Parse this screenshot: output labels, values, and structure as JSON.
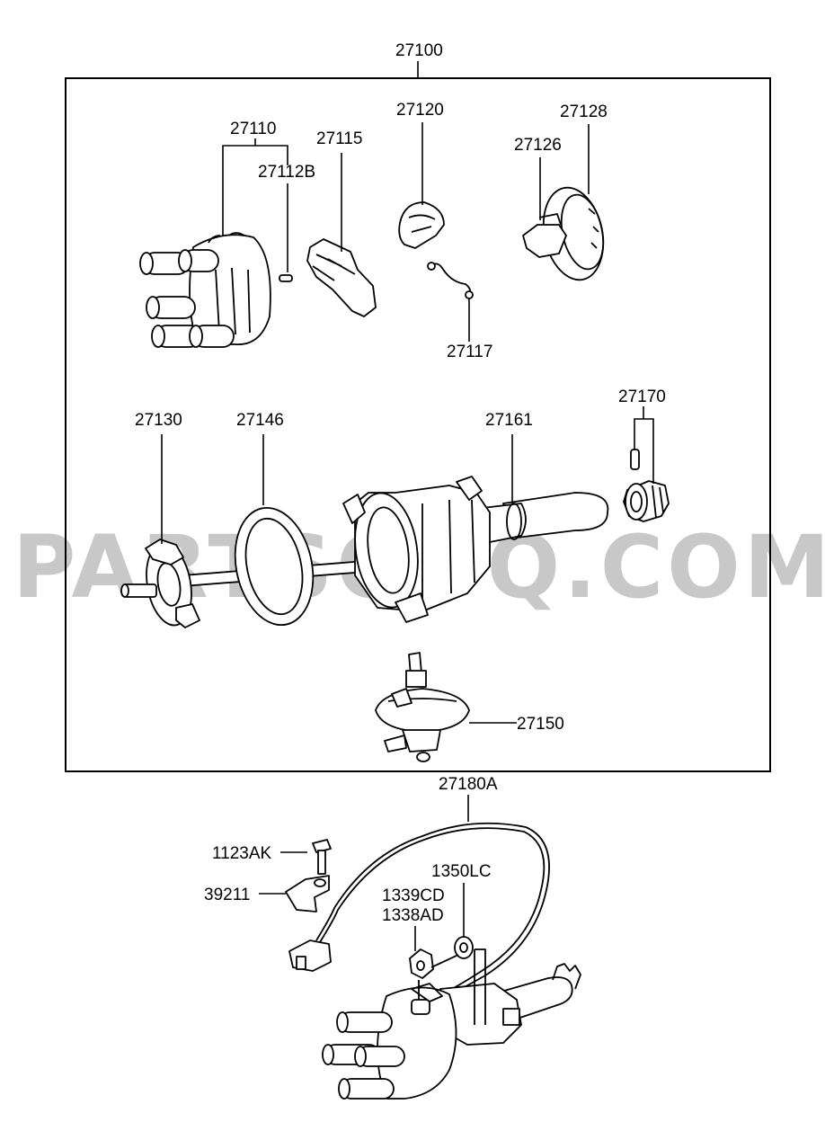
{
  "watermark": "PARTSOUQ.COM",
  "labels": {
    "assembly": "27100",
    "cap": "27110",
    "cap_seal": "27112B",
    "rotor": "27115",
    "ignition_module": "27120",
    "wire_117": "27117",
    "plate_126": "27126",
    "plate_128": "27128",
    "shaft_130": "27130",
    "gasket": "27146",
    "housing": "27161",
    "gear": "27170",
    "vacuum": "27150",
    "sensor_wire": "27180A",
    "bolt": "1123AK",
    "bracket": "39211",
    "nut_lc": "1350LC",
    "nut_cd": "1339CD",
    "nut_ad": "1338AD"
  }
}
